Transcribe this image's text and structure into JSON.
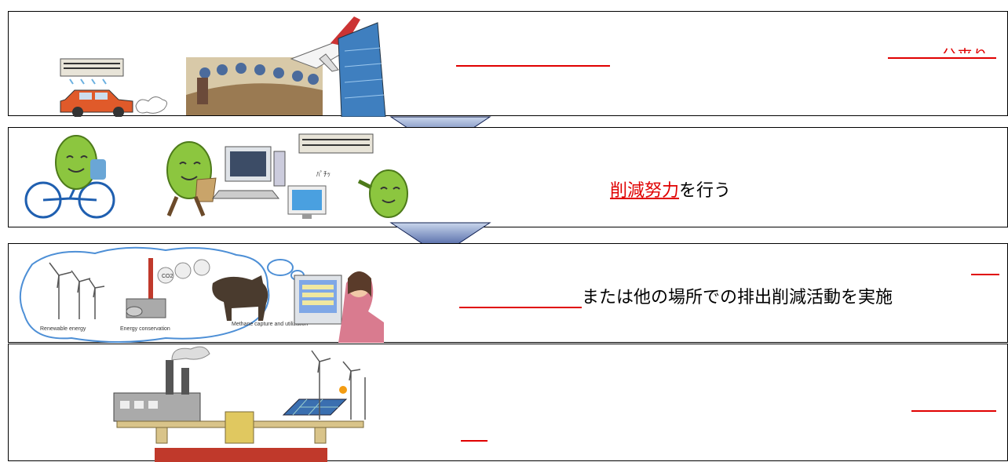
{
  "panels": [
    {
      "illustration": [
        "air-conditioner-icon",
        "car-icon",
        "meeting-room-icon",
        "airplane-icon",
        "skyscraper-icon"
      ],
      "clipped_text": "分来り"
    },
    {
      "emphasis": "削減努力",
      "text": "を行う",
      "speech": "ﾊﾟﾁｯ"
    },
    {
      "text": "または他の場所での排出削減活動を実施",
      "cloud_labels": {
        "renewable": "Renewable energy",
        "conservation": "Energy conservation",
        "methane": "Methane capture and utilization",
        "co2": "CO2"
      }
    },
    {
      "illustration": [
        "factory-icon",
        "balance-scale-icon",
        "solar-panel-icon",
        "wind-turbine-icon"
      ]
    }
  ],
  "colors": {
    "accent_red": "#e00000",
    "arrow_blue": "#1f3a8a",
    "bean_green": "#8cc63f"
  }
}
